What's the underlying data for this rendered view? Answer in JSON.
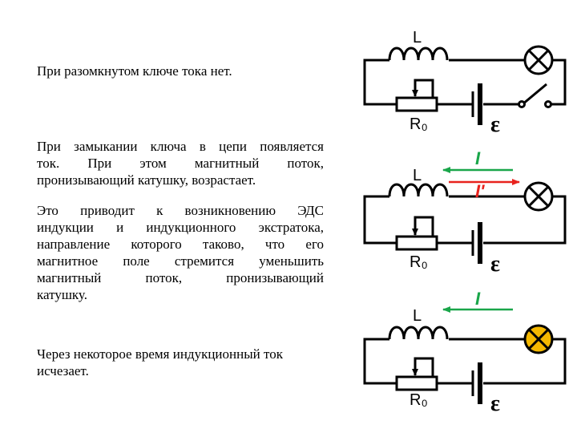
{
  "texts": {
    "open_switch": "При разомкнутом ключе тока нет.",
    "closing_line1": "При замыкании ключа в цепи появляется",
    "closing_line2": "ток. При этом магнитный поток,",
    "closing_line3": "пронизывающий катушку, возрастает.",
    "effect_line1": "Это приводит к возникновению ЭДС",
    "effect_line2": "индукции и индукционного экстратока,",
    "effect_line3": "направление которого таково, что его",
    "effect_line4": "магнитное поле стремится уменьшить",
    "effect_line5": "магнитный поток, пронизывающий",
    "effect_line6": "катушку.",
    "later_line1": "Через некоторое время индукционный ток",
    "later_line2": "исчезает."
  },
  "circuits": [
    {
      "inductor_label": "L",
      "resistor_label": "R₀",
      "emf_label": "ε",
      "current_label": "",
      "extra_current_label": ""
    },
    {
      "inductor_label": "L",
      "resistor_label": "R₀",
      "emf_label": "ε",
      "current_label": "I",
      "extra_current_label": "I'"
    },
    {
      "inductor_label": "L",
      "resistor_label": "R₀",
      "emf_label": "ε",
      "current_label": "I",
      "extra_current_label": ""
    }
  ],
  "colors": {
    "current_arrow": "#1aa64a",
    "extra_current_arrow": "#e8231e",
    "lamp_lit": "#f5b800"
  }
}
